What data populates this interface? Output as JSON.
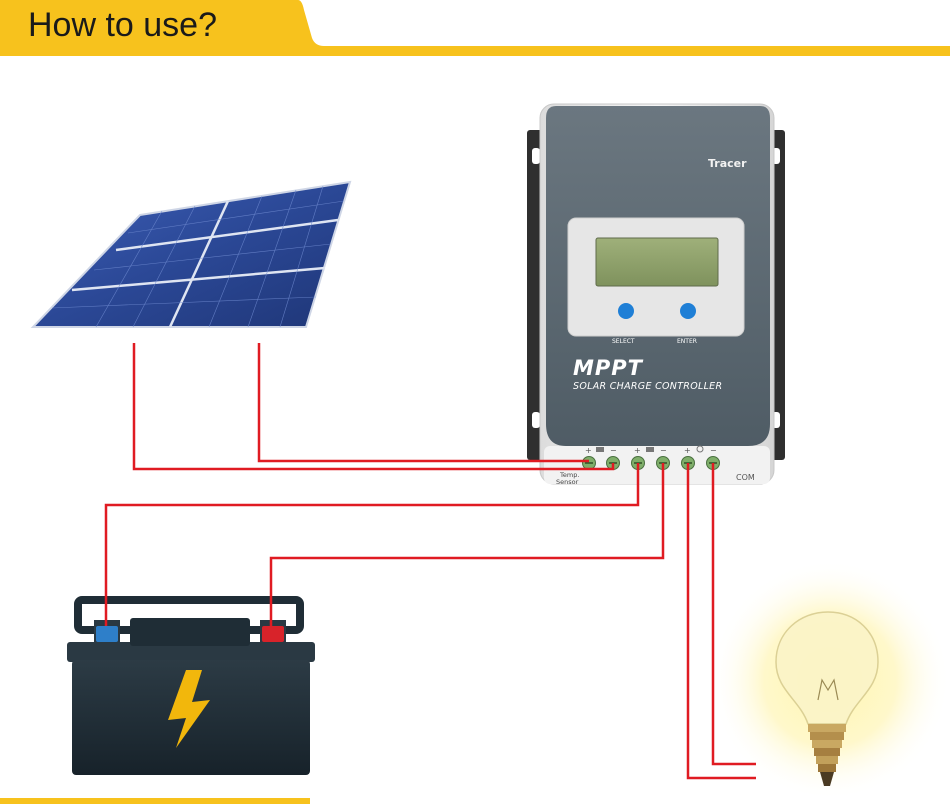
{
  "header": {
    "title": "How to use?"
  },
  "controller": {
    "brand": "Tracer",
    "model": "MPPT",
    "subtitle": "SOLAR CHARGE CONTROLLER",
    "select_label": "SELECT",
    "enter_label": "ENTER",
    "temp_sensor_label_line1": "Temp.",
    "temp_sensor_label_line2": "Sensor",
    "com_label": "COM"
  },
  "colors": {
    "banner": "#f7c21d",
    "wire": "#e01b22",
    "panel": "#2a4a9a",
    "battery": "#1f2d36",
    "bolt": "#f2b70c",
    "controller_face": "#5d6a73"
  }
}
